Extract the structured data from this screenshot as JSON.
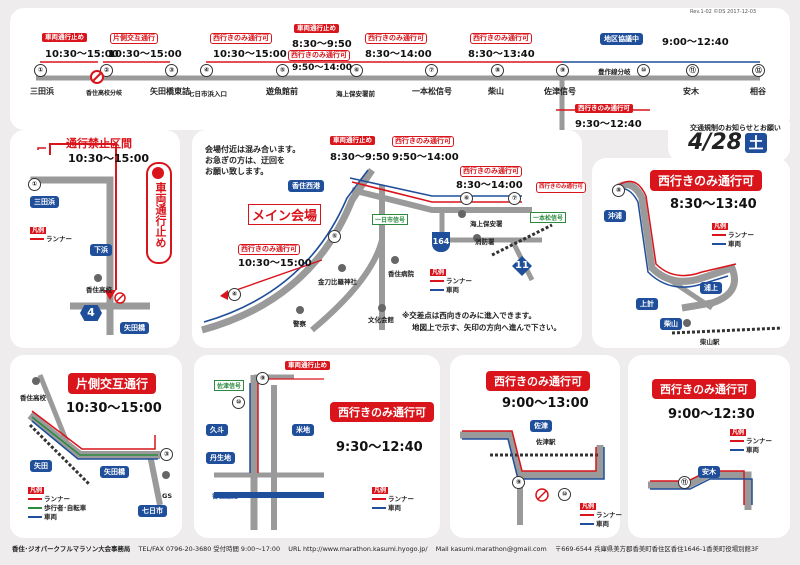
{
  "rev": "Rev.1-02 ©DS 2017-12-03",
  "date": {
    "day": "4/28",
    "weekday": "土",
    "caption": "交通規制のお知らせとお願い"
  },
  "top": {
    "stations": [
      "三田浜",
      "香住高校分岐",
      "矢田橋東詰",
      "七日市浜入口",
      "遊魚館前",
      "海上保安署前",
      "一本松信号",
      "柴山",
      "佐津信号",
      "豊作線分岐",
      "安木",
      "相谷"
    ],
    "numbers": [
      "①",
      "②",
      "③",
      "④",
      "⑤",
      "⑥",
      "⑦",
      "⑧",
      "⑨",
      "⑩",
      "⑪",
      "⑫",
      "⑬"
    ],
    "tag_closed": "車両通行止め",
    "tag_alt": "片側交互通行",
    "tag_west": "西行きのみ通行可",
    "t1": "10:30～15:00",
    "t2": "10:30～15:00",
    "t3": "10:30～15:00",
    "t4a": "8:30～9:50",
    "t4b": "9:50～14:00",
    "t5": "8:30～14:00",
    "t6": "8:30～13:40",
    "district": "地区協議中",
    "t7": "9:00～12:40",
    "t8": "9:30～12:40"
  },
  "p1": {
    "title": "通行禁止区間",
    "time": "10:30～15:00",
    "vertical": "車両通行止め",
    "places": [
      "三田浜",
      "下浜",
      "香住高校",
      "矢田橋"
    ],
    "route": "4",
    "legend_head": "凡例",
    "legend": [
      "ランナー"
    ]
  },
  "p2": {
    "notice": [
      "会場付近は混み合います。",
      "お急ぎの方は、迂回を",
      "お願い致します。"
    ],
    "venue": "メイン会場",
    "place_kasumi": "香住西港",
    "tag_west": "西行きのみ通行可",
    "t_a": "8:30～9:50",
    "t_b": "9:50～14:00",
    "t_c": "8:30～14:00",
    "t_d": "10:30～15:00",
    "ichinichi": "一日市信号",
    "ippon": "一本松信号",
    "kaijo": "海上保安署",
    "shobo": "消防署",
    "hospital": "香住病院",
    "shrine": "金刀比羅神社",
    "police": "警察",
    "culture": "文化会館",
    "r164": "164",
    "r11": "11",
    "legend_head": "凡例",
    "legend": [
      "ランナー",
      "車両"
    ],
    "note1": "※交差点は西向きのみに進入できます。",
    "note2": "地図上で示す、矢印の方向へ進んで下さい。"
  },
  "p3": {
    "title": "西行きのみ通行可",
    "time": "8:30～13:40",
    "places": [
      "沖浦",
      "浦上",
      "上計",
      "柴山",
      "柴山駅"
    ],
    "legend_head": "凡例",
    "legend": [
      "ランナー",
      "車両"
    ]
  },
  "p4": {
    "title": "片側交互通行",
    "time": "10:30～15:00",
    "places": [
      "香住高校",
      "矢田",
      "矢田橋",
      "七日市",
      "GS"
    ],
    "legend_head": "凡例",
    "legend": [
      "ランナー",
      "歩行者･自転車",
      "車両"
    ]
  },
  "p5": {
    "tag": "車両通行止め",
    "title": "西行きのみ通行可",
    "time": "9:30～12:40",
    "places": [
      "佐津信号",
      "久斗",
      "米地",
      "丹生地",
      "香住道路"
    ],
    "legend_head": "凡例",
    "legend": [
      "ランナー",
      "車両"
    ]
  },
  "p6": {
    "title": "西行きのみ通行可",
    "time": "9:00～13:00",
    "places": [
      "佐津",
      "佐津駅"
    ],
    "legend_head": "凡例",
    "legend": [
      "ランナー",
      "車両"
    ]
  },
  "p7": {
    "title": "西行きのみ通行可",
    "time": "9:00～12:30",
    "places": [
      "安木"
    ],
    "legend_head": "凡例",
    "legend": [
      "ランナー",
      "車両"
    ]
  },
  "footer": {
    "org": "香住･ジオパークフルマラソン大会事務局",
    "tel": "TEL/FAX 0796-20-3680 受付時間 9:00～17:00",
    "url": "URL http://www.marathon.kasumi.hyogo.jp/",
    "mail": "Mail kasumi.marathon@gmail.com",
    "addr": "〒669-6544 兵庫県美方郡香美町香住区香住1646-1香美町役場別館3F"
  },
  "colors": {
    "red": "#d9141b",
    "blue": "#1f4e9a",
    "gray": "#9a9a9a",
    "green": "#2a8a3e"
  }
}
